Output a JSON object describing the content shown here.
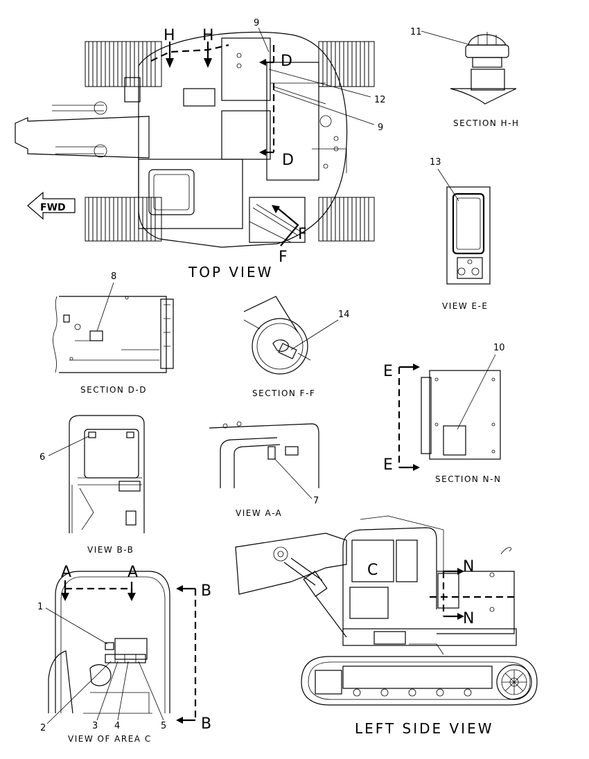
{
  "views": {
    "top_view": "TOP VIEW",
    "section_hh": "SECTION H-H",
    "view_ee": "VIEW E-E",
    "section_dd": "SECTION D-D",
    "section_ff": "SECTION F-F",
    "section_nn": "SECTION N-N",
    "view_bb": "VIEW B-B",
    "view_aa": "VIEW A-A",
    "view_area_c": "VIEW OF AREA C",
    "left_side_view": "LEFT SIDE VIEW"
  },
  "fwd_label": "FWD",
  "section_markers": {
    "h_left": "H",
    "h_right": "H",
    "d_top": "D",
    "d_bottom": "D",
    "f_right": "F",
    "f_bottom": "F",
    "e_top": "E",
    "e_bottom": "E",
    "n_top": "N",
    "n_bottom": "N",
    "a_left": "A",
    "a_right": "A",
    "b_top": "B",
    "b_bottom": "B",
    "c_area": "C"
  },
  "callouts": {
    "c1": "1",
    "c2": "2",
    "c3": "3",
    "c4": "4",
    "c5": "5",
    "c6": "6",
    "c7": "7",
    "c8": "8",
    "c9_top": "9",
    "c9_side": "9",
    "c10": "10",
    "c11": "11",
    "c12": "12",
    "c13": "13",
    "c14": "14"
  }
}
